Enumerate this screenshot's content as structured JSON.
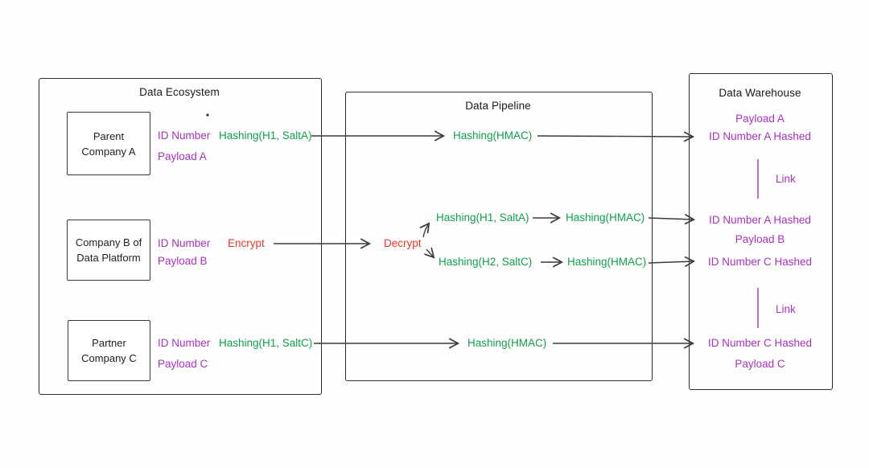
{
  "colors": {
    "purple": "#A832BE",
    "green": "#0FA04C",
    "red": "#E9352E",
    "line": "#3a3a3a"
  },
  "ecosystem": {
    "title": "Data Ecosystem",
    "rows": [
      {
        "company_line1": "Parent",
        "company_line2": "Company A",
        "id_label": "ID Number",
        "op_label": "Hashing(H1, SaltA)",
        "payload_label": "Payload A"
      },
      {
        "company_line1": "Company B of",
        "company_line2": "Data Platform",
        "id_label": "ID Number",
        "op_label": "Encrypt",
        "payload_label": "Payload B"
      },
      {
        "company_line1": "Partner",
        "company_line2": "Company C",
        "id_label": "ID Number",
        "op_label": "Hashing(H1, SaltC)",
        "payload_label": "Payload C"
      }
    ]
  },
  "pipeline": {
    "title": "Data Pipeline",
    "row_a_hmac": "Hashing(HMAC)",
    "decrypt_label": "Decrypt",
    "branch_a_hash": "Hashing(H1, SaltA)",
    "branch_a_hmac": "Hashing(HMAC)",
    "branch_c_hash": "Hashing(H2, SaltC)",
    "branch_c_hmac": "Hashing(HMAC)",
    "row_c_hmac": "Hashing(HMAC)"
  },
  "warehouse": {
    "title": "Data Warehouse",
    "lines": [
      "Payload A",
      "ID Number A Hashed",
      "Link",
      "ID Number A Hashed",
      "Payload B",
      "ID Number C Hashed",
      "Link",
      "ID Number C Hashed",
      "Payload C"
    ]
  }
}
